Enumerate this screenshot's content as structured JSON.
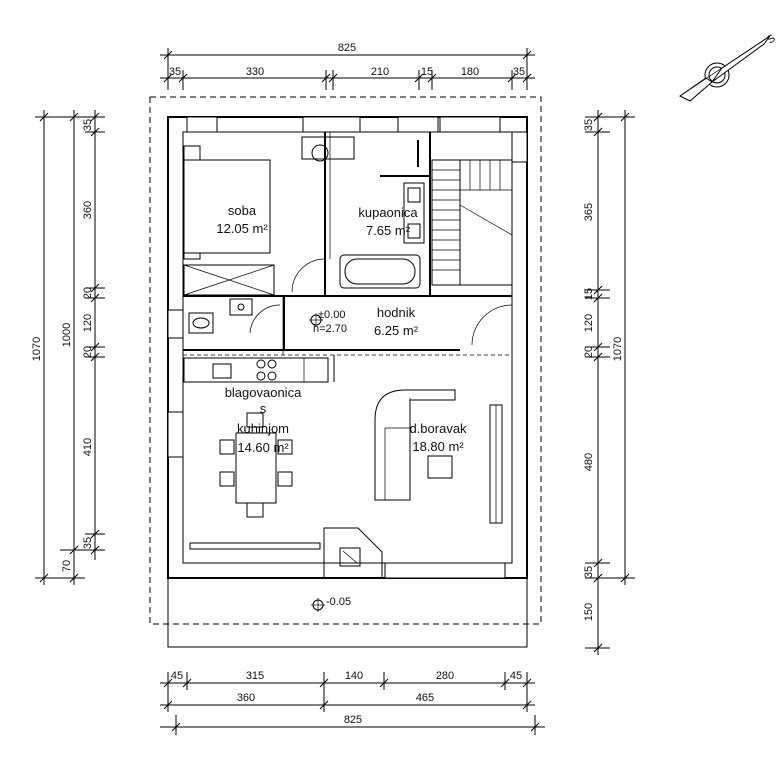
{
  "rooms": {
    "soba": {
      "name": "soba",
      "area": "12.05 m²"
    },
    "kupaonica": {
      "name": "kupaonica",
      "area": "7.65 m²"
    },
    "hodnik": {
      "name": "hodnik",
      "area": "6.25 m²"
    },
    "blagovaonica": {
      "name_line1": "blagovaonica",
      "name_line2": "s",
      "name_line3": "kuhinjom",
      "area": "14.60 m²"
    },
    "boravak": {
      "name": "d.boravak",
      "area": "18.80 m²"
    }
  },
  "levels": {
    "floor": "±0.00",
    "height": "h=2.70",
    "outside": "-0.05"
  },
  "north": {
    "label": "S"
  },
  "dims_top": {
    "total": "825",
    "segments": [
      "35",
      "330",
      "210",
      "15",
      "180",
      "35"
    ]
  },
  "dims_bottom": {
    "row1": [
      "45",
      "315",
      "140",
      "280",
      "45"
    ],
    "row2": [
      "360",
      "465"
    ],
    "total": "825"
  },
  "dims_left": {
    "total": "1070",
    "inner": "1000",
    "segments": [
      "35",
      "360",
      "20",
      "120",
      "20",
      "410",
      "35"
    ],
    "extra": "70"
  },
  "dims_right": {
    "total": "1070",
    "segments": [
      "35",
      "365",
      "15",
      "120",
      "20",
      "480",
      "35",
      "150"
    ]
  }
}
